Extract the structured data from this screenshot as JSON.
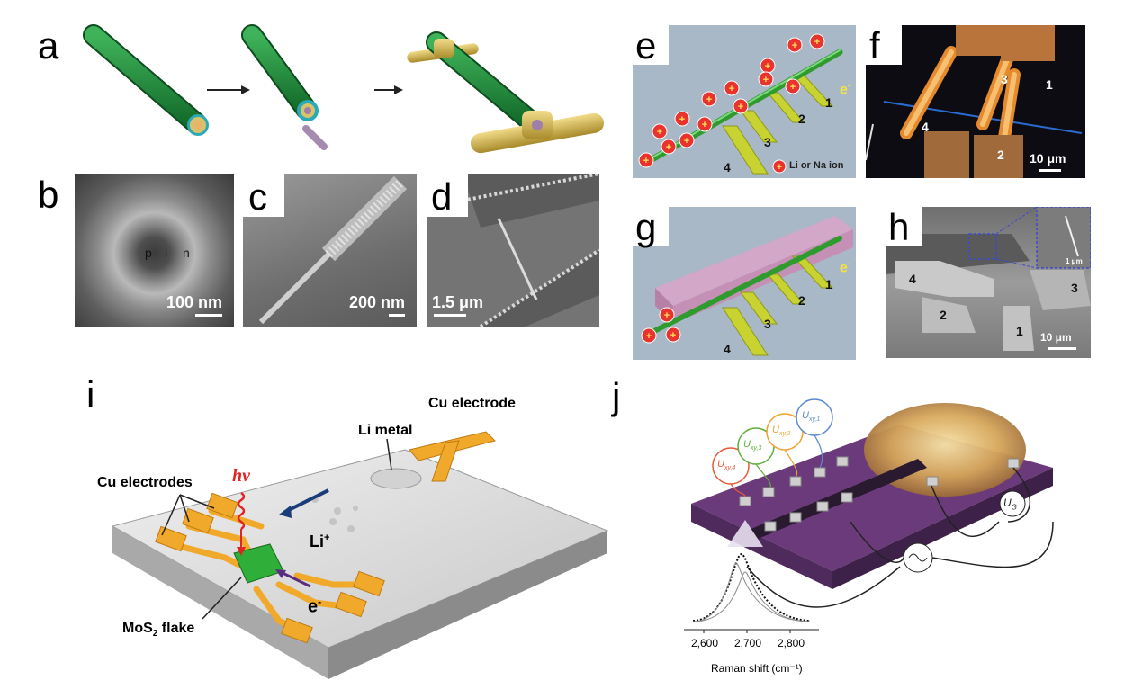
{
  "panels": {
    "a": "a",
    "b": "b",
    "c": "c",
    "d": "d",
    "e": "e",
    "f": "f",
    "g": "g",
    "h": "h",
    "i": "i",
    "j": "j"
  },
  "b": {
    "p": "p",
    "i": "i",
    "n": "n",
    "scale": "100 nm"
  },
  "c": {
    "scale": "200 nm"
  },
  "d": {
    "scale": "1.5 μm"
  },
  "e": {
    "legend": "Li or Na ion",
    "electron": "e",
    "e_sup": "-",
    "n1": "1",
    "n2": "2",
    "n3": "3",
    "n4": "4"
  },
  "f": {
    "n1": "1",
    "n2": "2",
    "n3": "3",
    "n4": "4",
    "scale": "10 μm"
  },
  "g": {
    "electron": "e",
    "e_sup": "-",
    "n1": "1",
    "n2": "2",
    "n3": "3",
    "n4": "4"
  },
  "h": {
    "n1": "1",
    "n2": "2",
    "n3": "3",
    "n4": "4",
    "scale": "10 μm",
    "inset_scale": "1 μm"
  },
  "i": {
    "li_metal": "Li metal",
    "cu_electrode": "Cu electrode",
    "hv": "hν",
    "cu_electrodes": "Cu electrodes",
    "li_ion": "Li",
    "li_ion_sup": "+",
    "mos2_a": "MoS",
    "mos2_sub": "2",
    "mos2_b": " flake",
    "electron": "e",
    "e_sup": "-"
  },
  "j": {
    "u_label": "U",
    "u_subs": [
      "xy,4",
      "xy,3",
      "xy,2",
      "xy,1"
    ],
    "ug_label": "U",
    "ug_sub": "G",
    "xaxis_label": "Raman shift (cm⁻¹)",
    "ticks": [
      "2,600",
      "2,700",
      "2,800"
    ]
  },
  "colors": {
    "green_tube": "#1f8a3c",
    "gold": "#d4b24a",
    "slate": "#a9b8c6",
    "purple": "#6b3a7a",
    "cu": "#f0a92a"
  }
}
